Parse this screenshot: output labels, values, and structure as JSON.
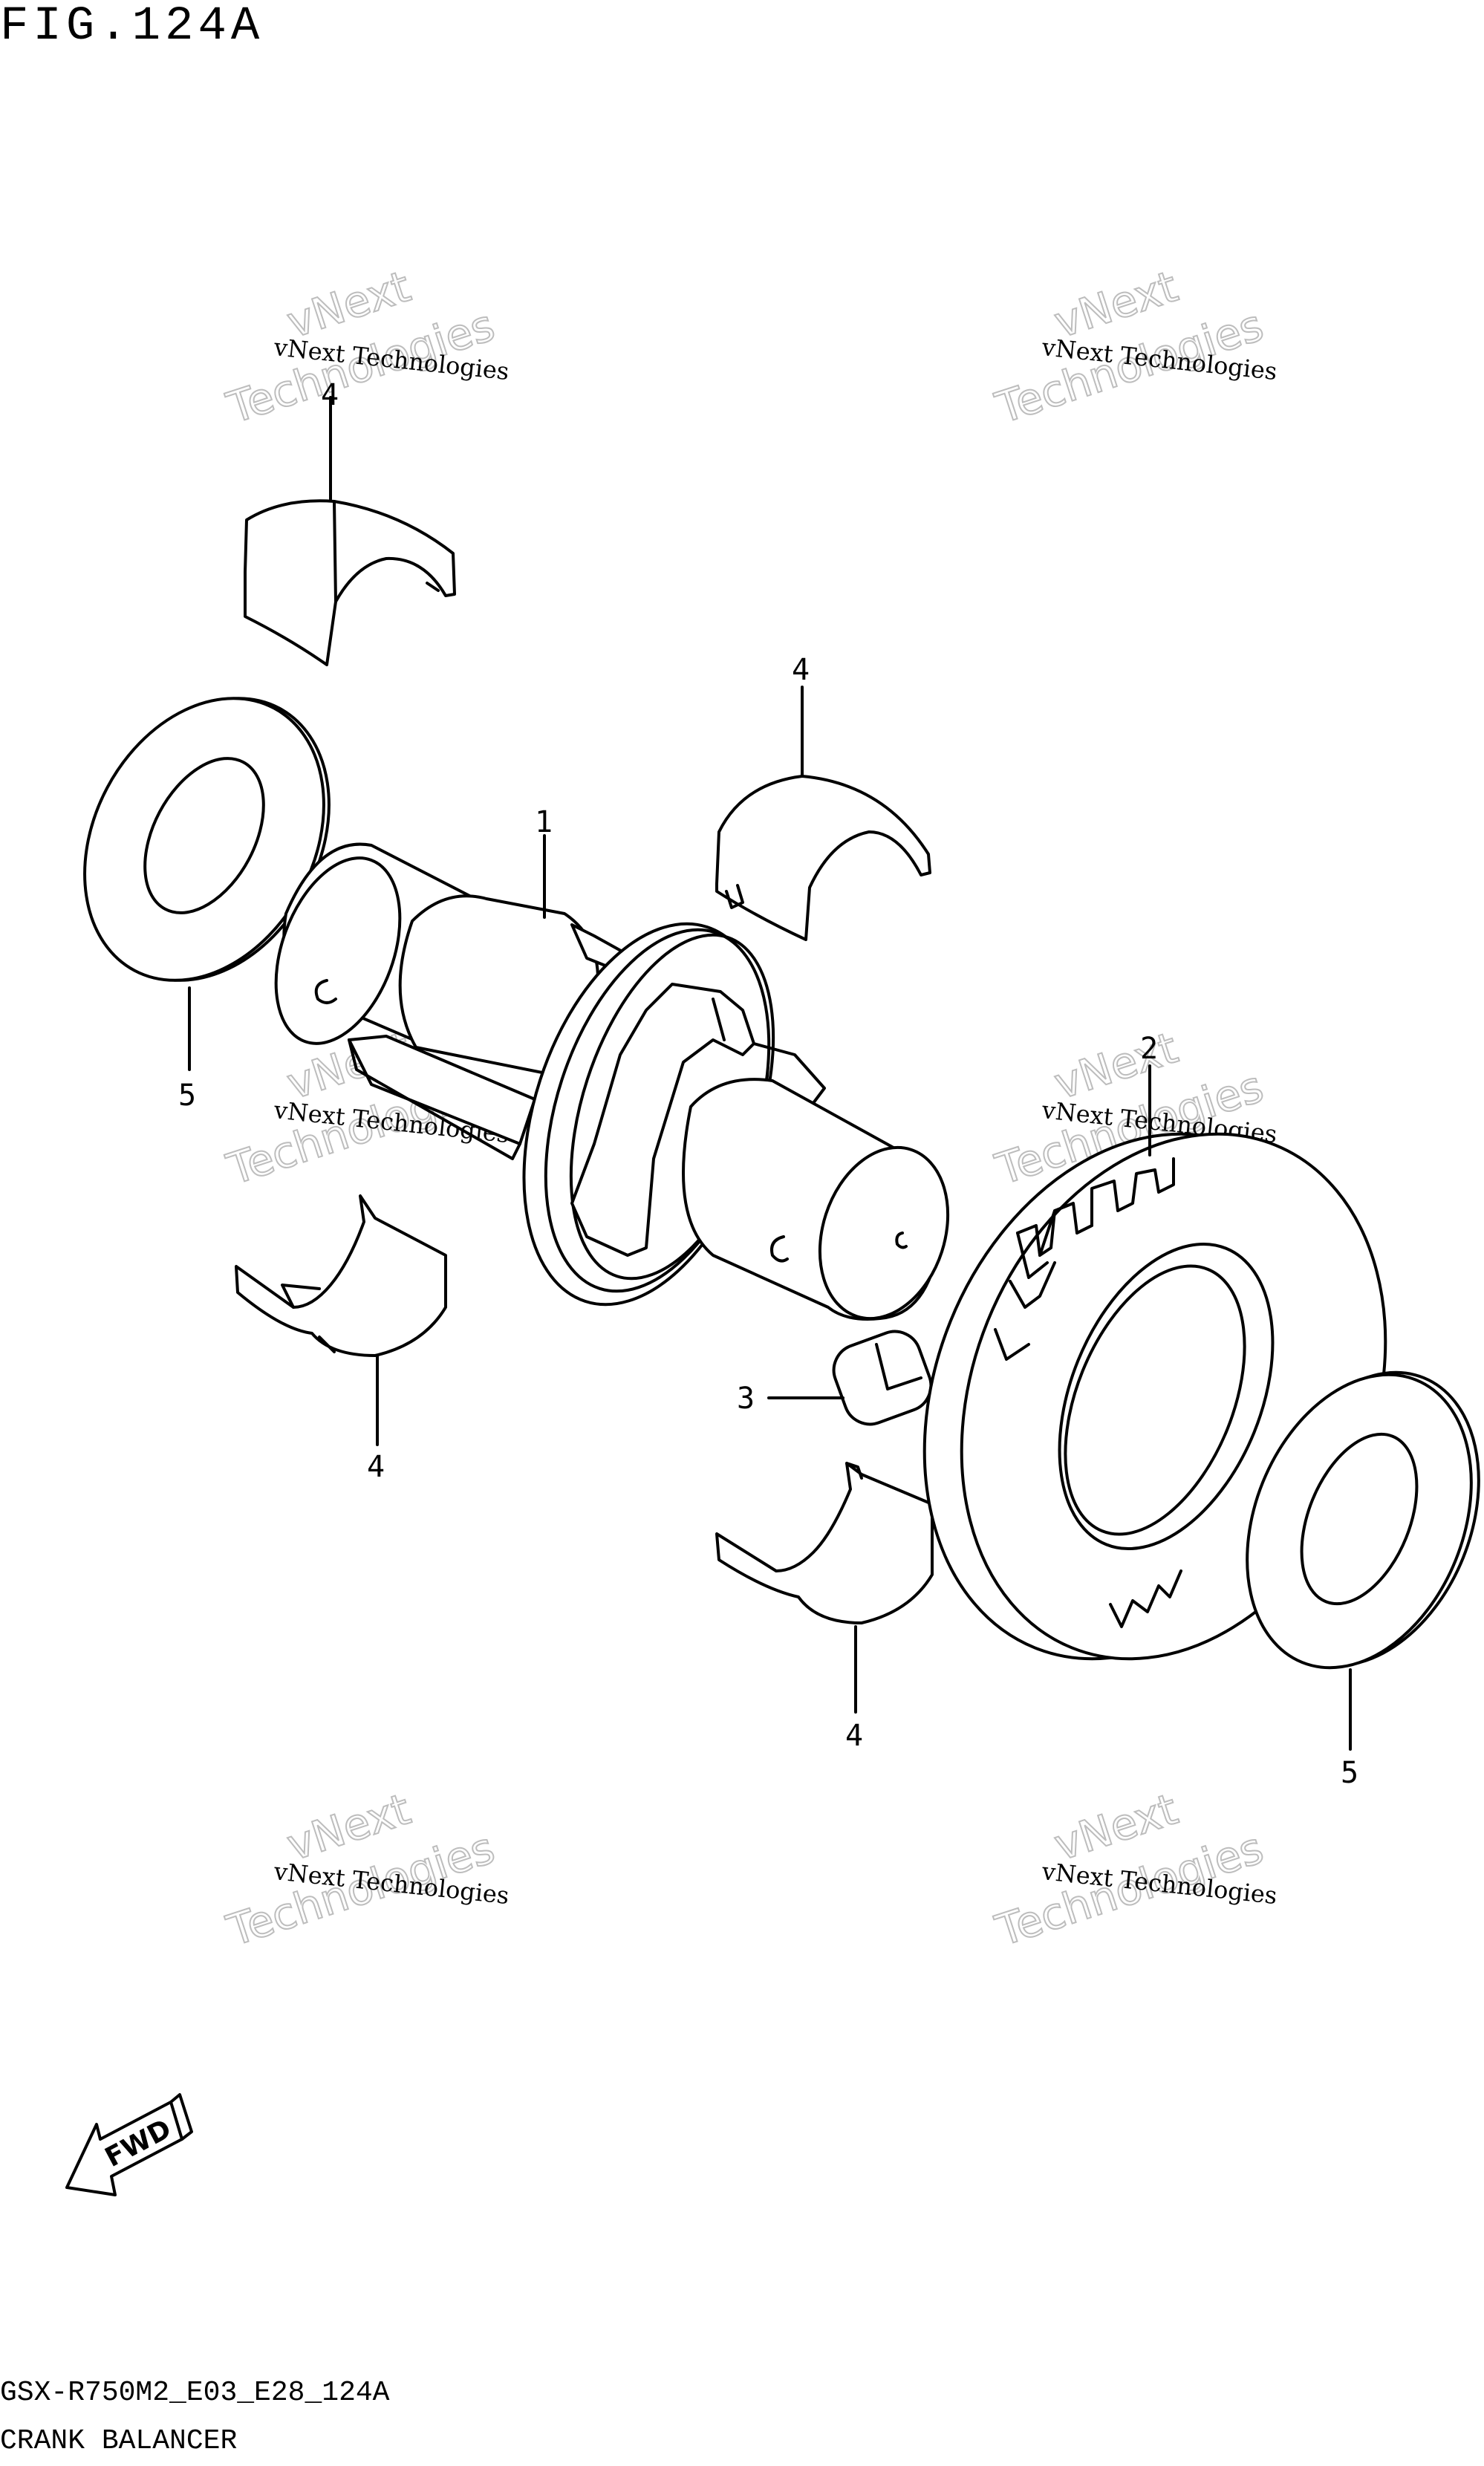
{
  "figure": {
    "title": "FIG.124A",
    "model_code": "GSX-R750M2_E03_E28_124A",
    "section_name": "CRANK BALANCER"
  },
  "watermark": {
    "line1": "vNext Technologies",
    "line2a": "vNext",
    "line2b": "Technologies"
  },
  "callouts": {
    "c1": "1",
    "c2": "2",
    "c3": "3",
    "c4a": "4",
    "c4b": "4",
    "c4c": "4",
    "c4d": "4",
    "c5a": "5",
    "c5b": "5"
  },
  "fwd": {
    "label": "FWD"
  }
}
